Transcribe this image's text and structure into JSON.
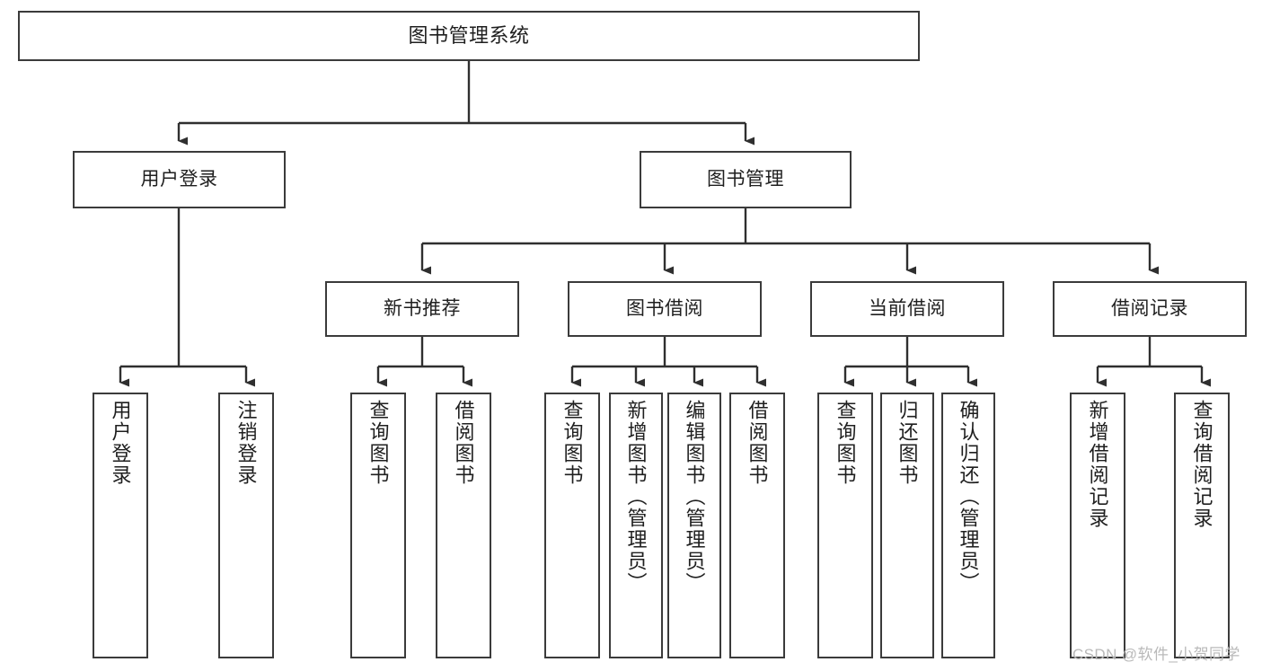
{
  "diagram": {
    "title": "图书管理系统",
    "watermark": "CSDN @软件_小贺同学",
    "colors": {
      "box_border": "#3b3b3b",
      "box_fill": "#ffffff",
      "connector": "#2f2f2f",
      "text": "#1f1f1f",
      "watermark": "#b9b9b9",
      "background": "#ffffff"
    },
    "nodes": {
      "root": {
        "label": "图书管理系统"
      },
      "level2": [
        {
          "id": "user-login",
          "label": "用户登录"
        },
        {
          "id": "book-management",
          "label": "图书管理"
        }
      ],
      "level3": [
        {
          "id": "new-book-recommend",
          "label": "新书推荐"
        },
        {
          "id": "book-borrow",
          "label": "图书借阅"
        },
        {
          "id": "current-borrow",
          "label": "当前借阅"
        },
        {
          "id": "borrow-record",
          "label": "借阅记录"
        }
      ],
      "leaves": {
        "user_login": [
          {
            "id": "leaf-user-login",
            "label": "用户登录"
          },
          {
            "id": "leaf-logout",
            "label": "注销登录"
          }
        ],
        "new_book_recommend": [
          {
            "id": "leaf-query-book-1",
            "label": "查询图书"
          },
          {
            "id": "leaf-borrow-book-1",
            "label": "借阅图书"
          }
        ],
        "book_borrow": [
          {
            "id": "leaf-query-book-2",
            "label": "查询图书"
          },
          {
            "id": "leaf-add-book",
            "label": "新增图书（管理员）"
          },
          {
            "id": "leaf-edit-book",
            "label": "编辑图书（管理员）"
          },
          {
            "id": "leaf-borrow-book-2",
            "label": "借阅图书"
          }
        ],
        "current_borrow": [
          {
            "id": "leaf-query-book-3",
            "label": "查询图书"
          },
          {
            "id": "leaf-return-book",
            "label": "归还图书"
          },
          {
            "id": "leaf-confirm-return",
            "label": "确认归还（管理员）"
          }
        ],
        "borrow_record": [
          {
            "id": "leaf-add-record",
            "label": "新增借阅记录"
          },
          {
            "id": "leaf-query-record",
            "label": "查询借阅记录"
          }
        ]
      }
    }
  }
}
